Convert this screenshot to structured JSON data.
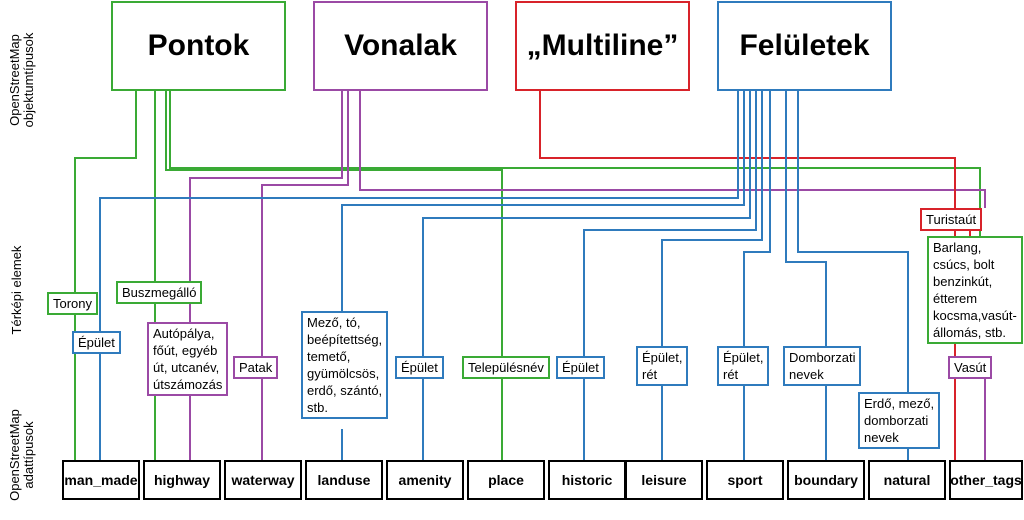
{
  "colors": {
    "green": "#3aaa35",
    "purple": "#9b4aa5",
    "red": "#d8232a",
    "blue": "#2f7bbd",
    "black": "#000000"
  },
  "side_labels": {
    "top": [
      "OpenStreetMap",
      "objektumtípusok"
    ],
    "middle": [
      "Térképi elemek"
    ],
    "bottom": [
      "OpenStreetMap",
      "adattípusok"
    ]
  },
  "object_types": [
    {
      "id": "pontok",
      "label": "Pontok",
      "color": "green"
    },
    {
      "id": "vonalak",
      "label": "Vonalak",
      "color": "purple"
    },
    {
      "id": "multiline",
      "label": "„Multiline”",
      "color": "red"
    },
    {
      "id": "feluletek",
      "label": "Felületek",
      "color": "blue"
    }
  ],
  "map_elements": [
    {
      "id": "torony",
      "lines": [
        "Torony"
      ],
      "color": "green"
    },
    {
      "id": "buszmegallo",
      "lines": [
        "Buszmegálló"
      ],
      "color": "green"
    },
    {
      "id": "epulet-manmade",
      "lines": [
        "Épület"
      ],
      "color": "blue"
    },
    {
      "id": "autopalya",
      "lines": [
        "Autópálya,",
        "főút, egyéb",
        "út, utcanév,",
        "útszámozás"
      ],
      "color": "purple"
    },
    {
      "id": "patak",
      "lines": [
        "Patak"
      ],
      "color": "purple"
    },
    {
      "id": "mezo-landuse",
      "lines": [
        "Mező, tó,",
        "beépítettség,",
        "temető,",
        "gyümölcsös,",
        "erdő, szántó,",
        "stb."
      ],
      "color": "blue"
    },
    {
      "id": "epulet-amenity",
      "lines": [
        "Épület"
      ],
      "color": "blue"
    },
    {
      "id": "telepulesnev",
      "lines": [
        "Településnév"
      ],
      "color": "green"
    },
    {
      "id": "epulet-historic",
      "lines": [
        "Épület"
      ],
      "color": "blue"
    },
    {
      "id": "epulet-ret-leisure",
      "lines": [
        "Épület,",
        "rét"
      ],
      "color": "blue"
    },
    {
      "id": "epulet-ret-sport",
      "lines": [
        "Épület,",
        "rét"
      ],
      "color": "blue"
    },
    {
      "id": "domborzati",
      "lines": [
        "Domborzati",
        "nevek"
      ],
      "color": "blue"
    },
    {
      "id": "erdo-mezo",
      "lines": [
        "Erdő, mező,",
        "domborzati",
        "nevek"
      ],
      "color": "blue"
    },
    {
      "id": "turistaut",
      "lines": [
        "Turistaút"
      ],
      "color": "red"
    },
    {
      "id": "barlang",
      "lines": [
        "Barlang,",
        "csúcs, bolt",
        "benzinkút,",
        "étterem",
        "kocsma,vasút-",
        "állomás, stb."
      ],
      "color": "green"
    },
    {
      "id": "vasut",
      "lines": [
        "Vasút"
      ],
      "color": "purple"
    }
  ],
  "data_types": [
    "man_made",
    "highway",
    "waterway",
    "landuse",
    "amenity",
    "place",
    "historic",
    "leisure",
    "sport",
    "boundary",
    "natural",
    "other_tags"
  ]
}
